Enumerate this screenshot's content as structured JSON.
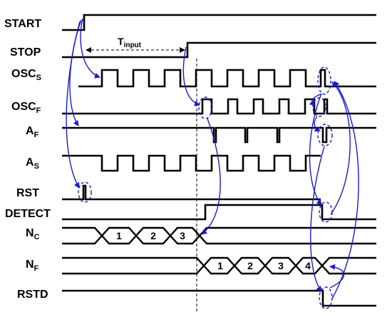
{
  "signals": [
    {
      "id": "start",
      "main": "START",
      "sub": ""
    },
    {
      "id": "stop",
      "main": "STOP",
      "sub": ""
    },
    {
      "id": "oscs",
      "main": "OSC",
      "sub": "S"
    },
    {
      "id": "oscf",
      "main": "OSC",
      "sub": "F"
    },
    {
      "id": "af",
      "main": "A",
      "sub": "F"
    },
    {
      "id": "as",
      "main": "A",
      "sub": "S"
    },
    {
      "id": "rst",
      "main": "RST",
      "sub": ""
    },
    {
      "id": "detect",
      "main": "DETECT",
      "sub": ""
    },
    {
      "id": "nc",
      "main": "N",
      "sub": "C"
    },
    {
      "id": "nf",
      "main": "N",
      "sub": "F"
    },
    {
      "id": "rstd",
      "main": "RSTD",
      "sub": ""
    }
  ],
  "t_input": {
    "main": "T",
    "sub": "input"
  },
  "nc_values": [
    "1",
    "2",
    "3"
  ],
  "nf_values": [
    "1",
    "2",
    "3",
    "4"
  ],
  "colors": {
    "waveform": "#000000",
    "causality_arrows": "#1a1ad6"
  }
}
